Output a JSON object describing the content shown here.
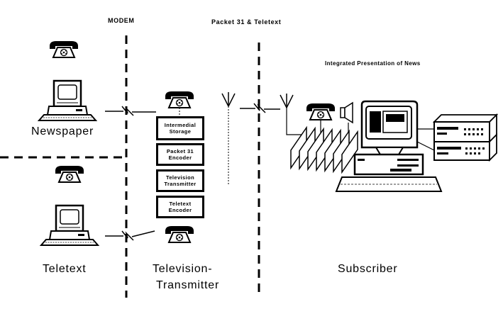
{
  "labels": {
    "modem": "MODEM",
    "packet_teletext": "Packet 31 & Teletext",
    "integrated": "Integrated Presentation of News",
    "newspaper": "Newspaper",
    "teletext": "Teletext",
    "tv_transmitter_line1": "Television-",
    "tv_transmitter_line2": "Transmitter",
    "subscriber": "Subscriber"
  },
  "stack": [
    {
      "line1": "Intermedial",
      "line2": "Storage"
    },
    {
      "line1": "Packet 31",
      "line2": "Encoder"
    },
    {
      "line1": "Television",
      "line2": "Transmitter"
    },
    {
      "line1": "Teletext",
      "line2": "Encoder"
    }
  ]
}
